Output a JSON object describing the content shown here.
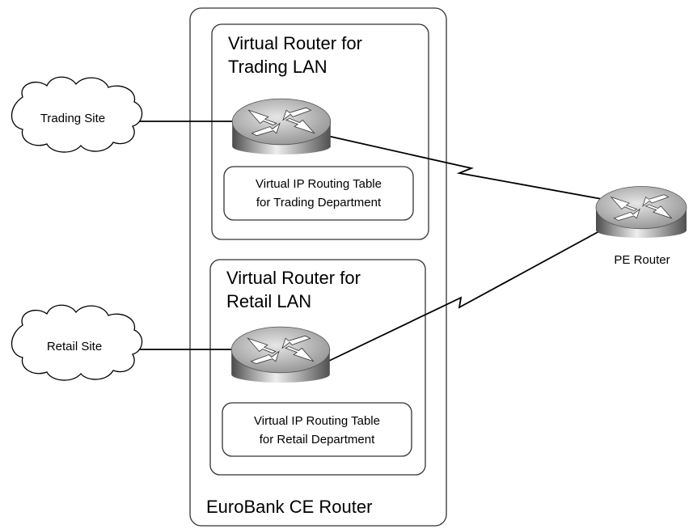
{
  "ce_router": {
    "label": "EuroBank CE Router"
  },
  "virtual_routers": [
    {
      "title_line1": "Virtual Router for",
      "title_line2": "Trading LAN",
      "table_line1": "Virtual IP Routing Table",
      "table_line2": "for Trading Department"
    },
    {
      "title_line1": "Virtual Router for",
      "title_line2": "Retail LAN",
      "table_line1": "Virtual IP Routing Table",
      "table_line2": "for Retail Department"
    }
  ],
  "sites": [
    {
      "label": "Trading Site"
    },
    {
      "label": "Retail Site"
    }
  ],
  "pe_router": {
    "label": "PE Router"
  },
  "icons": {
    "router": "router-icon",
    "cloud": "cloud-icon"
  }
}
